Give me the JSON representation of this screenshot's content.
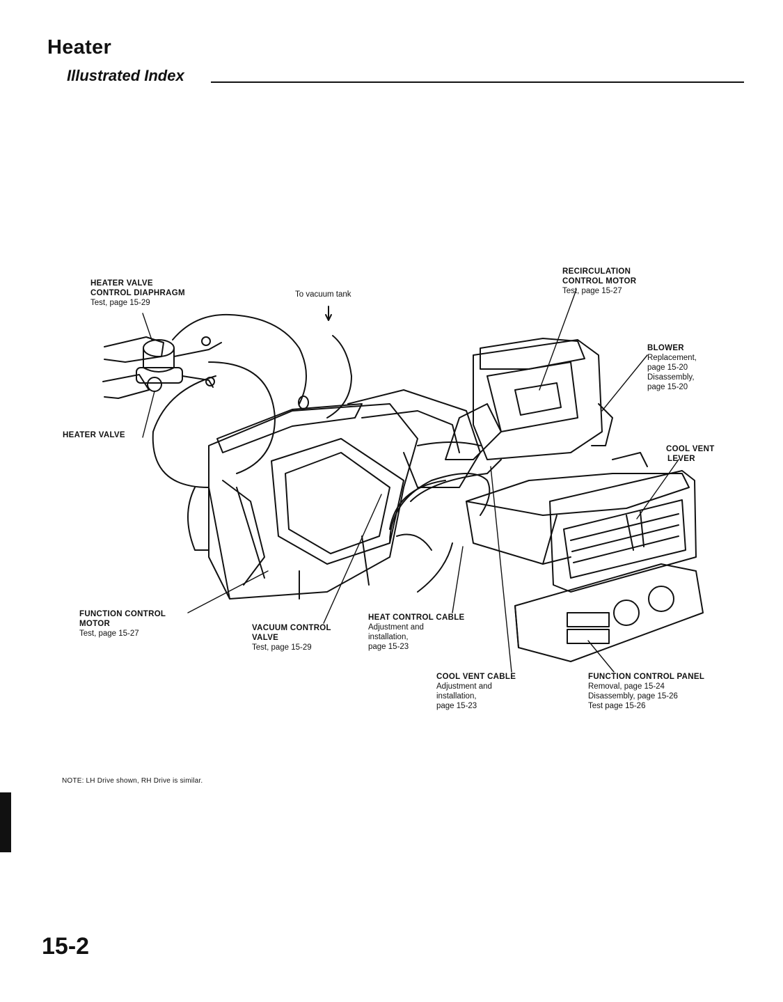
{
  "header": {
    "title": "Heater",
    "subtitle": "Illustrated Index"
  },
  "callouts": {
    "heater_valve_diaphragm": {
      "name_l1": "HEATER VALVE",
      "name_l2": "CONTROL DIAPHRAGM",
      "sub_l1": "Test, page 15-29"
    },
    "vacuum_tank": {
      "text": "To vacuum tank"
    },
    "recirculation_motor": {
      "name_l1": "RECIRCULATION",
      "name_l2": "CONTROL MOTOR",
      "sub_l1": "Test, page 15-27"
    },
    "blower": {
      "name_l1": "BLOWER",
      "sub_l1": "Replacement,",
      "sub_l2": "page 15-20",
      "sub_l3": "Disassembly,",
      "sub_l4": "page 15-20"
    },
    "heater_valve": {
      "name_l1": "HEATER VALVE"
    },
    "cool_vent_lever": {
      "name_l1": "COOL VENT",
      "name_l2": "LEVER"
    },
    "function_control_motor": {
      "name_l1": "FUNCTION CONTROL",
      "name_l2": "MOTOR",
      "sub_l1": "Test, page 15-27"
    },
    "vacuum_control_valve": {
      "name_l1": "VACUUM CONTROL",
      "name_l2": "VALVE",
      "sub_l1": "Test, page 15-29"
    },
    "heat_control_cable": {
      "name_l1": "HEAT CONTROL CABLE",
      "sub_l1": "Adjustment and",
      "sub_l2": "installation,",
      "sub_l3": "page 15-23"
    },
    "cool_vent_cable": {
      "name_l1": "COOL VENT CABLE",
      "sub_l1": "Adjustment and",
      "sub_l2": "installation,",
      "sub_l3": "page 15-23"
    },
    "function_control_panel": {
      "name_l1": "FUNCTION CONTROL PANEL",
      "sub_l1": "Removal, page 15-24",
      "sub_l2": "Disassembly, page 15-26",
      "sub_l3": "Test page 15-26"
    }
  },
  "note": "NOTE: LH Drive shown, RH Drive is similar.",
  "page_number": "15-2"
}
